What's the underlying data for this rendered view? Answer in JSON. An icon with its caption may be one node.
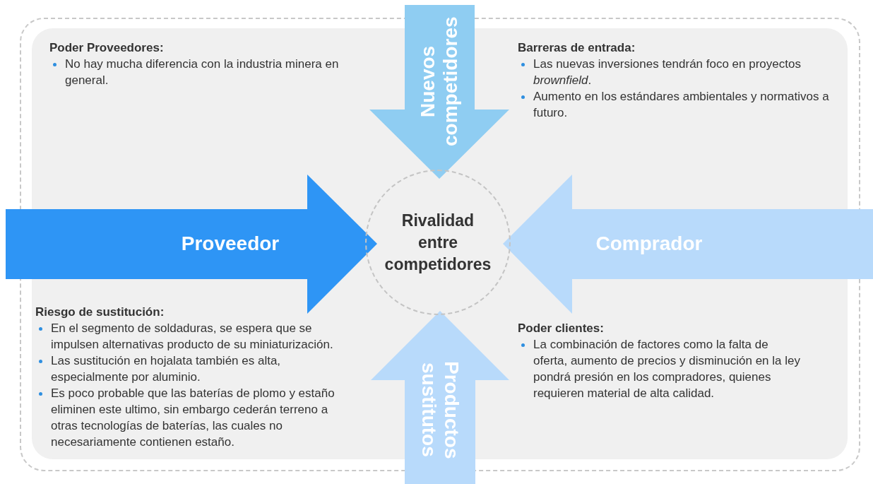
{
  "diagram": {
    "nodes": [
      {
        "text": [
          "Rivalidad entre competidores"
        ]
      },
      {
        "text": [
          "Nuevos competidores"
        ]
      },
      {
        "text": [
          "Proveedor"
        ]
      },
      {
        "text": [
          "Comprador"
        ]
      },
      {
        "text": [
          "Productos sustitutos"
        ]
      }
    ],
    "labels": [
      "Poder Proveedores:",
      "No hay mucha diferencia con la industria minera en general.",
      "Barreras de entrada:",
      "Las nuevas inversiones tendrán foco en proyectos *brownfield*.",
      "Aumento en los estándares ambientales y normativos a futuro.",
      "Riesgo de sustitución:",
      "En el segmento de soldaduras, se espera que se impulsen alternativas producto de su miniaturización.",
      "Las sustitución en hojalata también es alta, especialmente por aluminio.",
      "Es poco probable que las baterías de plomo y estaño eliminen este ultimo, sin embargo cederán terreno a otras tecnologías de baterías, las cuales no necesariamente contienen estaño.",
      "Poder clientes:",
      "La combinación de factores como la falta de oferta, aumento de precios y disminución en la ley pondrá presión en los compradores, quienes requieren material de alta calidad."
    ]
  }
}
